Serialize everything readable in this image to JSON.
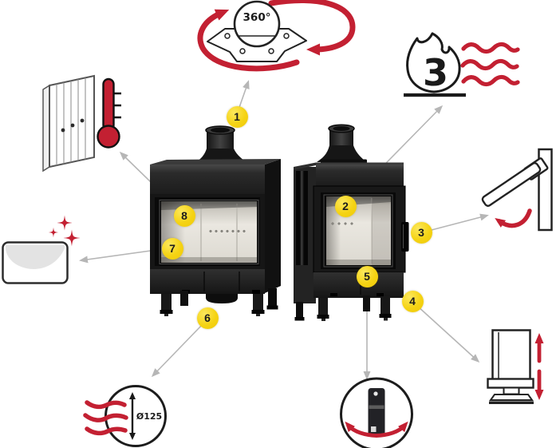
{
  "scene": {
    "description": "Fireplace insert features diagram: two black wood-burning stoves with eight numbered feature callouts",
    "background": "#ffffff"
  },
  "colors": {
    "accent_red": "#c32032",
    "badge_yellow": "#f5d313",
    "connector_gray": "#b6b6b6",
    "stove_black": "#1e1e1e",
    "firebox_beige": "#e8e5de"
  },
  "labels": {
    "rotation": "360°",
    "flame_count": "3",
    "air_diameter": "Ø125"
  },
  "badge_numbers": [
    "1",
    "2",
    "3",
    "4",
    "5",
    "6",
    "7",
    "8"
  ],
  "icons": {
    "rotation": "rotatable-flue-outlet-icon",
    "flame": "flame-triple-combustion-icon",
    "heat_panel": "accumulation-panel-thermometer-icon",
    "clean_glass": "clean-glass-sparkle-icon",
    "handle": "control-lever-icon",
    "adjustable_stand": "height-adjustable-stand-icon",
    "cold_handle": "removable-cold-handle-icon",
    "air_inlet": "air-inlet-diameter-icon"
  }
}
